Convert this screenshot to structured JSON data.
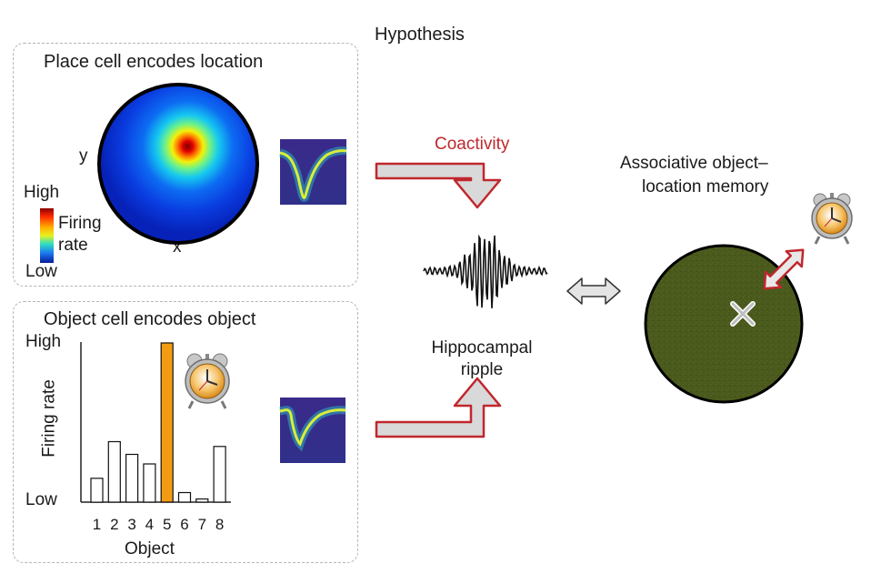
{
  "title": "Hypothesis",
  "place_panel": {
    "title": "Place cell encodes location",
    "axis_y": "y",
    "axis_x": "x",
    "scale_high": "High",
    "scale_label_1": "Firing",
    "scale_label_2": "rate",
    "scale_low": "Low"
  },
  "object_panel": {
    "title": "Object cell encodes object",
    "ylabel": "Firing rate",
    "y_high": "High",
    "y_low": "Low",
    "xlabel": "Object"
  },
  "coactivity": "Coactivity",
  "ripple_label_1": "Hippocampal",
  "ripple_label_2": "ripple",
  "memory_label_1": "Associative object–",
  "memory_label_2": "location memory",
  "colors": {
    "coactivity_red": "#c0272d",
    "highlight_bar": "#f39c12",
    "arena_green": "#4a5a1c",
    "arrow_fill": "#d9d9d9"
  },
  "chart_data": {
    "type": "bar",
    "categories": [
      "1",
      "2",
      "3",
      "4",
      "5",
      "6",
      "7",
      "8"
    ],
    "values": [
      0.15,
      0.38,
      0.3,
      0.24,
      1.0,
      0.06,
      0.02,
      0.35
    ],
    "highlight_index": 4,
    "ylabel": "Firing rate",
    "xlabel": "Object",
    "ylim": [
      0,
      1
    ]
  }
}
